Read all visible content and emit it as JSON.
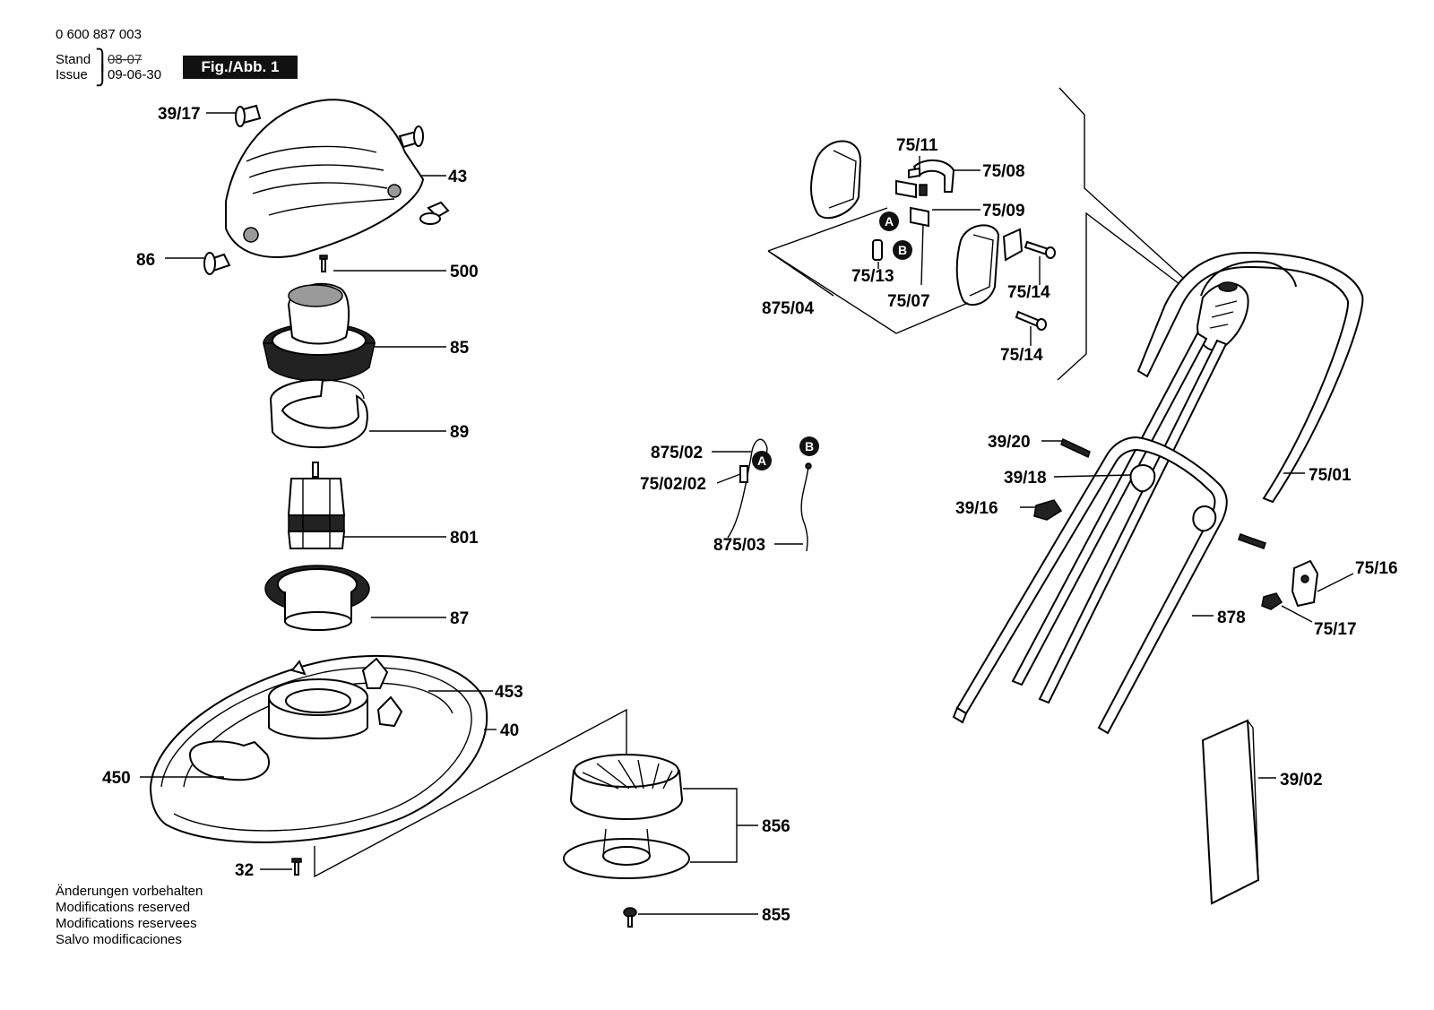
{
  "header": {
    "doc_number": "0 600 887 003",
    "stand_label": "Stand",
    "issue_label": "Issue",
    "stand_old_date": "08-07",
    "issue_date": "09-06-30",
    "figure_badge": "Fig./Abb. 1"
  },
  "notes": [
    "Änderungen vorbehalten",
    "Modifications reserved",
    "Modifications reservees",
    "Salvo modificaciones"
  ],
  "callouts": {
    "a": "A",
    "b": "B"
  },
  "parts": {
    "p39_17": "39/17",
    "p43": "43",
    "p86": "86",
    "p500": "500",
    "p85": "85",
    "p89": "89",
    "p801": "801",
    "p87": "87",
    "p453": "453",
    "p40": "40",
    "p450": "450",
    "p32": "32",
    "p856": "856",
    "p855": "855",
    "p875_02": "875/02",
    "p75_02_02": "75/02/02",
    "p875_03": "875/03",
    "p75_11": "75/11",
    "p75_08": "75/08",
    "p75_09": "75/09",
    "p75_14a": "75/14",
    "p75_14b": "75/14",
    "p75_13": "75/13",
    "p75_07": "75/07",
    "p875_04": "875/04",
    "p39_20": "39/20",
    "p39_18": "39/18",
    "p39_16": "39/16",
    "p75_01": "75/01",
    "p75_16": "75/16",
    "p75_17": "75/17",
    "p878": "878",
    "p39_02": "39/02"
  }
}
